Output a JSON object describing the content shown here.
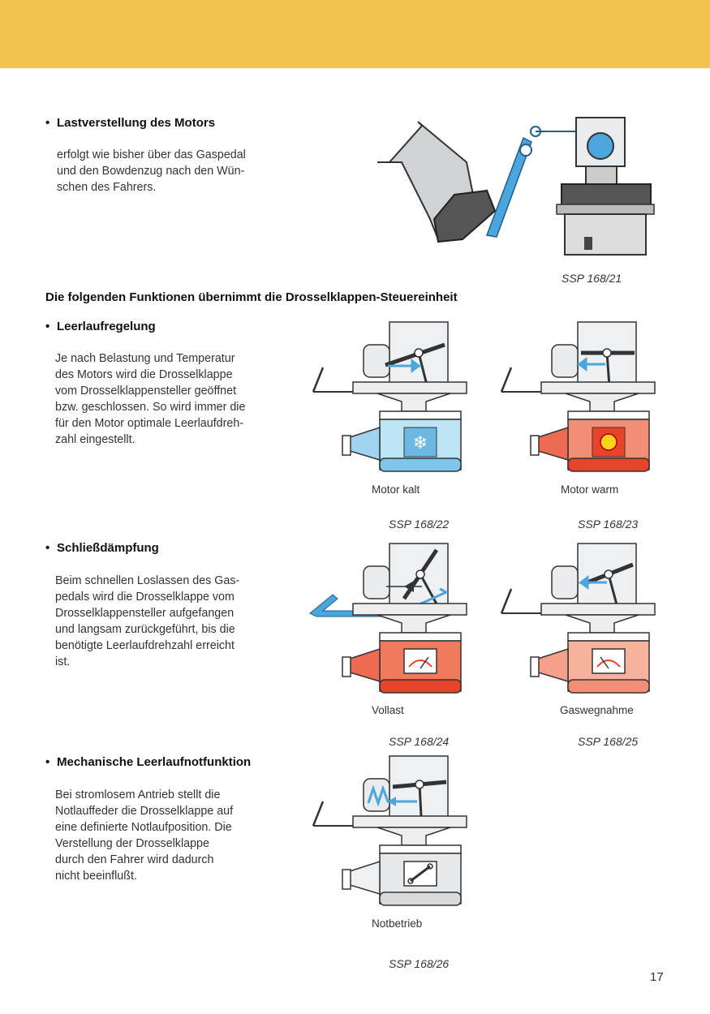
{
  "section1": {
    "heading": "Lastverstellung des Motors",
    "text": "erfolgt wie bisher über das Gaspedal\nund den Bowdenzug nach den Wün-\nschen des Fahrers.",
    "ssp": "SSP 168/21"
  },
  "intro": "Die folgenden Funktionen übernimmt die Drosselklappen-Steuereinheit",
  "section2": {
    "heading": "Leerlaufregelung",
    "text": "Je nach Belastung und Temperatur\ndes Motors wird die Drosselklappe\nvom Drosselklappensteller geöffnet\nbzw. geschlossen. So wird immer die\nfür den Motor optimale Leerlaufdreh-\nzahl eingestellt.",
    "fig_left": {
      "caption": "Motor kalt",
      "ssp": "SSP 168/22"
    },
    "fig_right": {
      "caption": "Motor warm",
      "ssp": "SSP 168/23"
    }
  },
  "section3": {
    "heading": "Schließdämpfung",
    "text": "Beim schnellen Loslassen des Gas-\npedals wird die Drosselklappe vom\nDrosselklappensteller aufgefangen\nund langsam zurückgeführt, bis die\nbenötigte Leerlaufdrehzahl erreicht\nist.",
    "fig_left": {
      "caption": "Vollast",
      "ssp": "SSP 168/24"
    },
    "fig_right": {
      "caption": "Gaswegnahme",
      "ssp": "SSP 168/25"
    }
  },
  "section4": {
    "heading": "Mechanische Leerlaufnotfunktion",
    "text": "Bei stromlosem Antrieb stellt die\nNotlauffeder die Drosselklappe auf\neine definierte Notlaufposition. Die\nVerstellung der Drosselklappe\ndurch den Fahrer wird dadurch\nnicht beeinflußt.",
    "fig": {
      "caption": "Notbetrieb",
      "ssp": "SSP 168/26"
    }
  },
  "page_number": "17",
  "colors": {
    "band": "#f4c34e",
    "arrow_blue": "#4aa6dc",
    "cold_blue": "#8fd0f0",
    "warm_red": "#e8442a"
  }
}
